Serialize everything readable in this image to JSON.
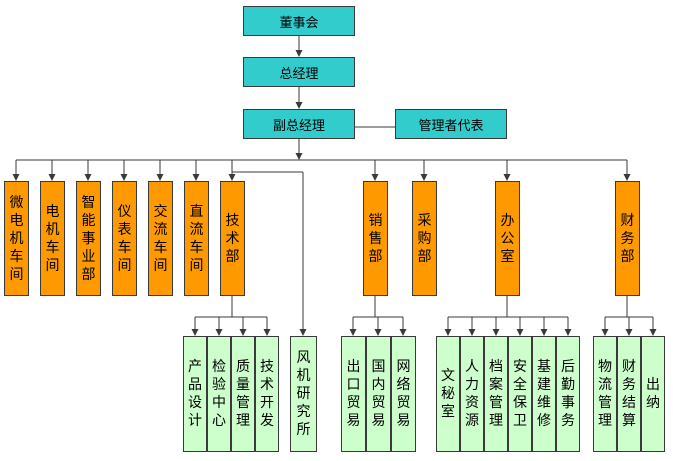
{
  "colors": {
    "top_fill": "#33cccc",
    "dept_fill": "#ff9900",
    "sub_fill": "#ccffcc",
    "line": "#3a3a3a"
  },
  "top": {
    "board": "董事会",
    "general_manager": "总经理",
    "deputy_general_manager": "副总经理",
    "management_representative": "管理者代表"
  },
  "departments": [
    {
      "id": "micro-motor",
      "label": "微电机车间"
    },
    {
      "id": "motor",
      "label": "电机车间"
    },
    {
      "id": "smart",
      "label": "智能事业部"
    },
    {
      "id": "meter",
      "label": "仪表车间"
    },
    {
      "id": "ac",
      "label": "交流车间"
    },
    {
      "id": "dc",
      "label": "直流车间"
    },
    {
      "id": "tech",
      "label": "技术部"
    },
    {
      "id": "sales",
      "label": "销售部"
    },
    {
      "id": "purchasing",
      "label": "采购部"
    },
    {
      "id": "office",
      "label": "办公室"
    },
    {
      "id": "finance",
      "label": "财务部"
    }
  ],
  "subunits": {
    "tech": [
      "产品设计",
      "检验中心",
      "质量管理",
      "技术开发"
    ],
    "wind": "风机研究所",
    "sales": [
      "出口贸易",
      "国内贸易",
      "网络贸易"
    ],
    "office": [
      "文秘室",
      "人力资源",
      "档案管理",
      "安全保卫",
      "基建维修",
      "后勤事务"
    ],
    "finance": [
      "物流管理",
      "财务结算",
      "出纳"
    ]
  }
}
